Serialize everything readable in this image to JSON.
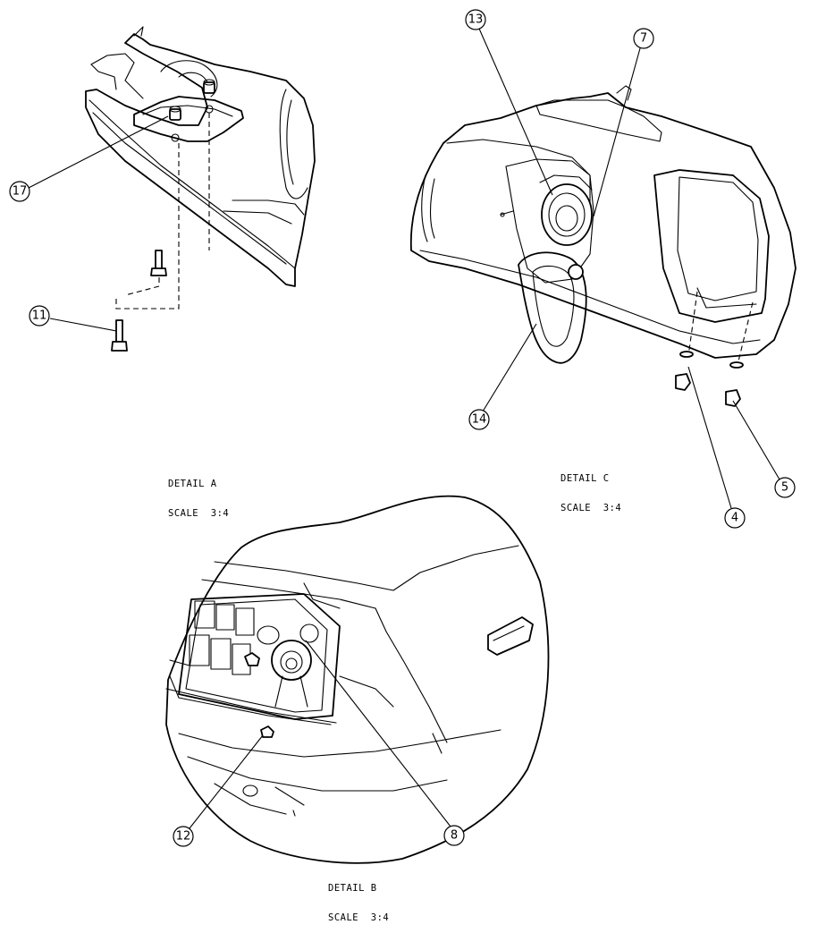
{
  "details": {
    "a": {
      "name": "DETAIL A",
      "scale": "SCALE  3:4"
    },
    "c": {
      "name": "DETAIL C",
      "scale": "SCALE  3:4"
    },
    "b": {
      "name": "DETAIL B",
      "scale": "SCALE  3:4"
    }
  },
  "callouts": {
    "c17": "17",
    "c11": "11",
    "c13": "13",
    "c7": "7",
    "c14": "14",
    "c4": "4",
    "c5": "5",
    "c12": "12",
    "c8": "8"
  }
}
